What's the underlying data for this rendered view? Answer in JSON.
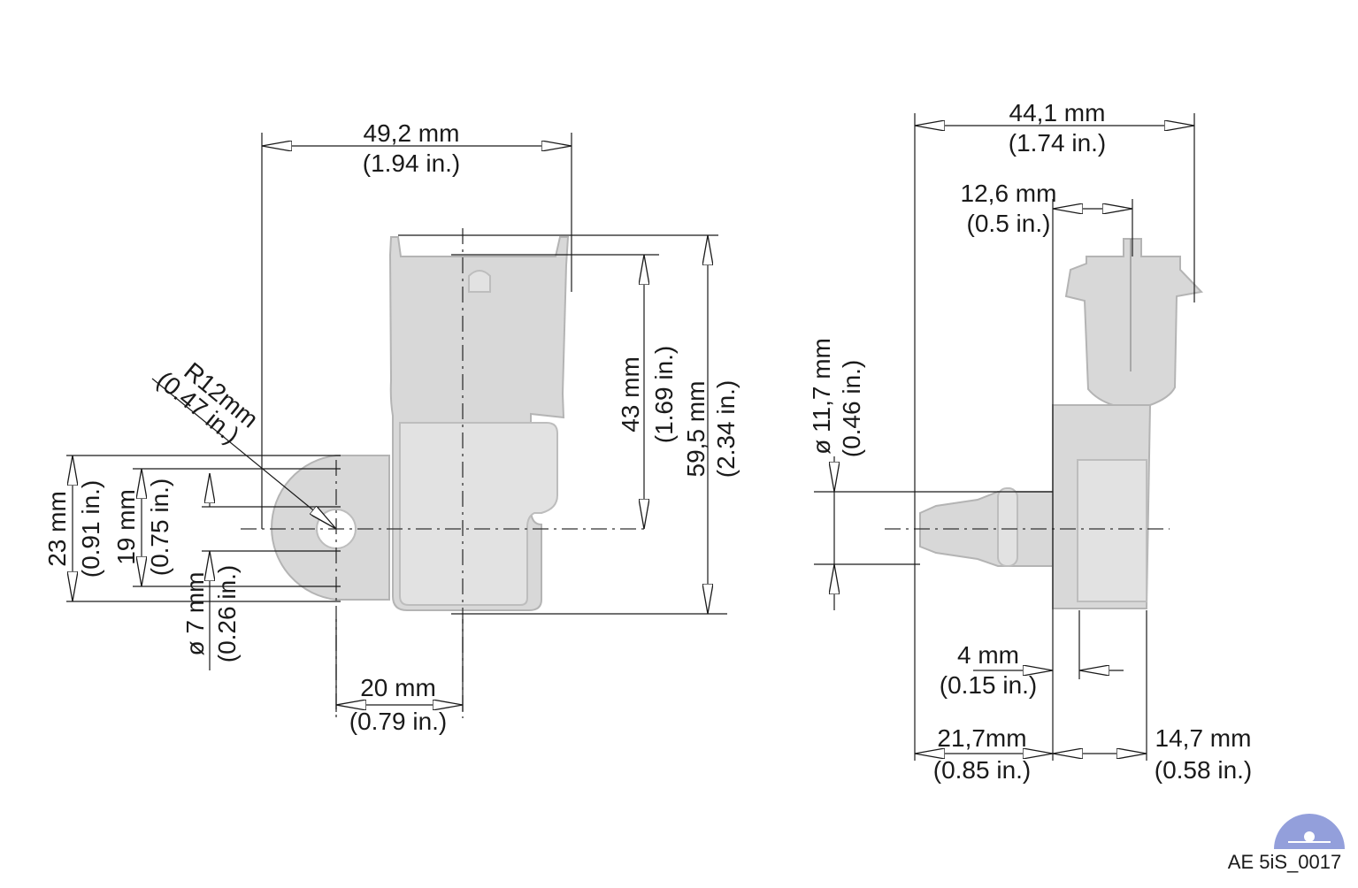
{
  "front_view": {
    "width": {
      "mm": "49,2 mm",
      "in": "(1.94 in.)"
    },
    "radius": {
      "mm": "R12mm",
      "in": "(0.47 in.)"
    },
    "connector_height": {
      "mm": "43 mm",
      "in": "(1.69 in.)"
    },
    "total_height": {
      "mm": "59,5 mm",
      "in": "(2.34 in.)"
    },
    "flange_height": {
      "mm": "23 mm",
      "in": "(0.91 in.)"
    },
    "hole_spacing": {
      "mm": "19 mm",
      "in": "(0.75 in.)"
    },
    "hole_diameter": {
      "mm": "ø 7 mm",
      "in": "(0.26 in.)"
    },
    "offset": {
      "mm": "20 mm",
      "in": "(0.79 in.)"
    }
  },
  "side_view": {
    "total_width": {
      "mm": "44,1 mm",
      "in": "(1.74 in.)"
    },
    "connector_offset": {
      "mm": "12,6 mm",
      "in": "(0.5 in.)"
    },
    "nozzle_diameter": {
      "mm": "ø 11,7 mm",
      "in": "(0.46 in.)"
    },
    "flange_thickness": {
      "mm": "4 mm",
      "in": "(0.15 in.)"
    },
    "nozzle_length": {
      "mm": "21,7mm",
      "in": "(0.85 in.)"
    },
    "body_depth": {
      "mm": "14,7 mm",
      "in": "(0.58 in.)"
    }
  },
  "reference": "AE 5iS_0017",
  "colors": {
    "part": "#d8d8d8",
    "line": "#1a1a1a",
    "logo": "#6f7fd0"
  }
}
